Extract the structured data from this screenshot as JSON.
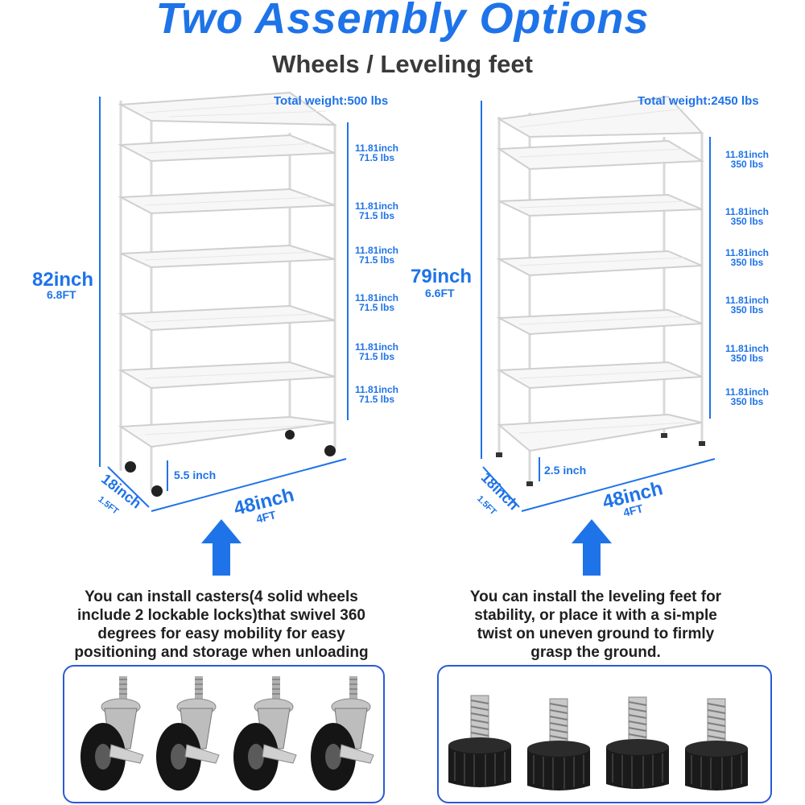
{
  "header": {
    "title": "Two Assembly Options",
    "subtitle": "Wheels / Leveling feet"
  },
  "left": {
    "total_weight": "Total weight:500 lbs",
    "height_inch": "82inch",
    "height_ft": "6.8FT",
    "depth_inch": "18inch",
    "depth_ft": "1.5FT",
    "width_inch": "48inch",
    "width_ft": "4FT",
    "bottom_clearance": "5.5 inch",
    "shelves": [
      {
        "spacing": "11.81inch",
        "load": "71.5 lbs"
      },
      {
        "spacing": "11.81inch",
        "load": "71.5 lbs"
      },
      {
        "spacing": "11.81inch",
        "load": "71.5 lbs"
      },
      {
        "spacing": "11.81inch",
        "load": "71.5 lbs"
      },
      {
        "spacing": "11.81inch",
        "load": "71.5 lbs"
      },
      {
        "spacing": "11.81inch",
        "load": "71.5 lbs"
      }
    ],
    "description_lines": [
      "You can install casters(4 solid wheels",
      "include 2 lockable locks)that swivel 360",
      "degrees for easy mobility for easy",
      "positioning and storage when unloading"
    ]
  },
  "right": {
    "total_weight": "Total weight:2450 lbs",
    "height_inch": "79inch",
    "height_ft": "6.6FT",
    "depth_inch": "18inch",
    "depth_ft": "1.5FT",
    "width_inch": "48inch",
    "width_ft": "4FT",
    "bottom_clearance": "2.5 inch",
    "shelves": [
      {
        "spacing": "11.81inch",
        "load": "350 lbs"
      },
      {
        "spacing": "11.81inch",
        "load": "350 lbs"
      },
      {
        "spacing": "11.81inch",
        "load": "350 lbs"
      },
      {
        "spacing": "11.81inch",
        "load": "350 lbs"
      },
      {
        "spacing": "11.81inch",
        "load": "350 lbs"
      },
      {
        "spacing": "11.81inch",
        "load": "350 lbs"
      }
    ],
    "description_lines": [
      "You can install the leveling feet for",
      "stability, or place it with a si-mple",
      "twist on uneven ground to firmly",
      "grasp the ground."
    ]
  },
  "colors": {
    "accent": "#1e73e8",
    "frame_border": "#2a5bd7",
    "text_dark": "#1f1f1f"
  },
  "icons": [
    "up-arrow-icon",
    "caster-wheel-icon",
    "leveling-foot-icon"
  ]
}
